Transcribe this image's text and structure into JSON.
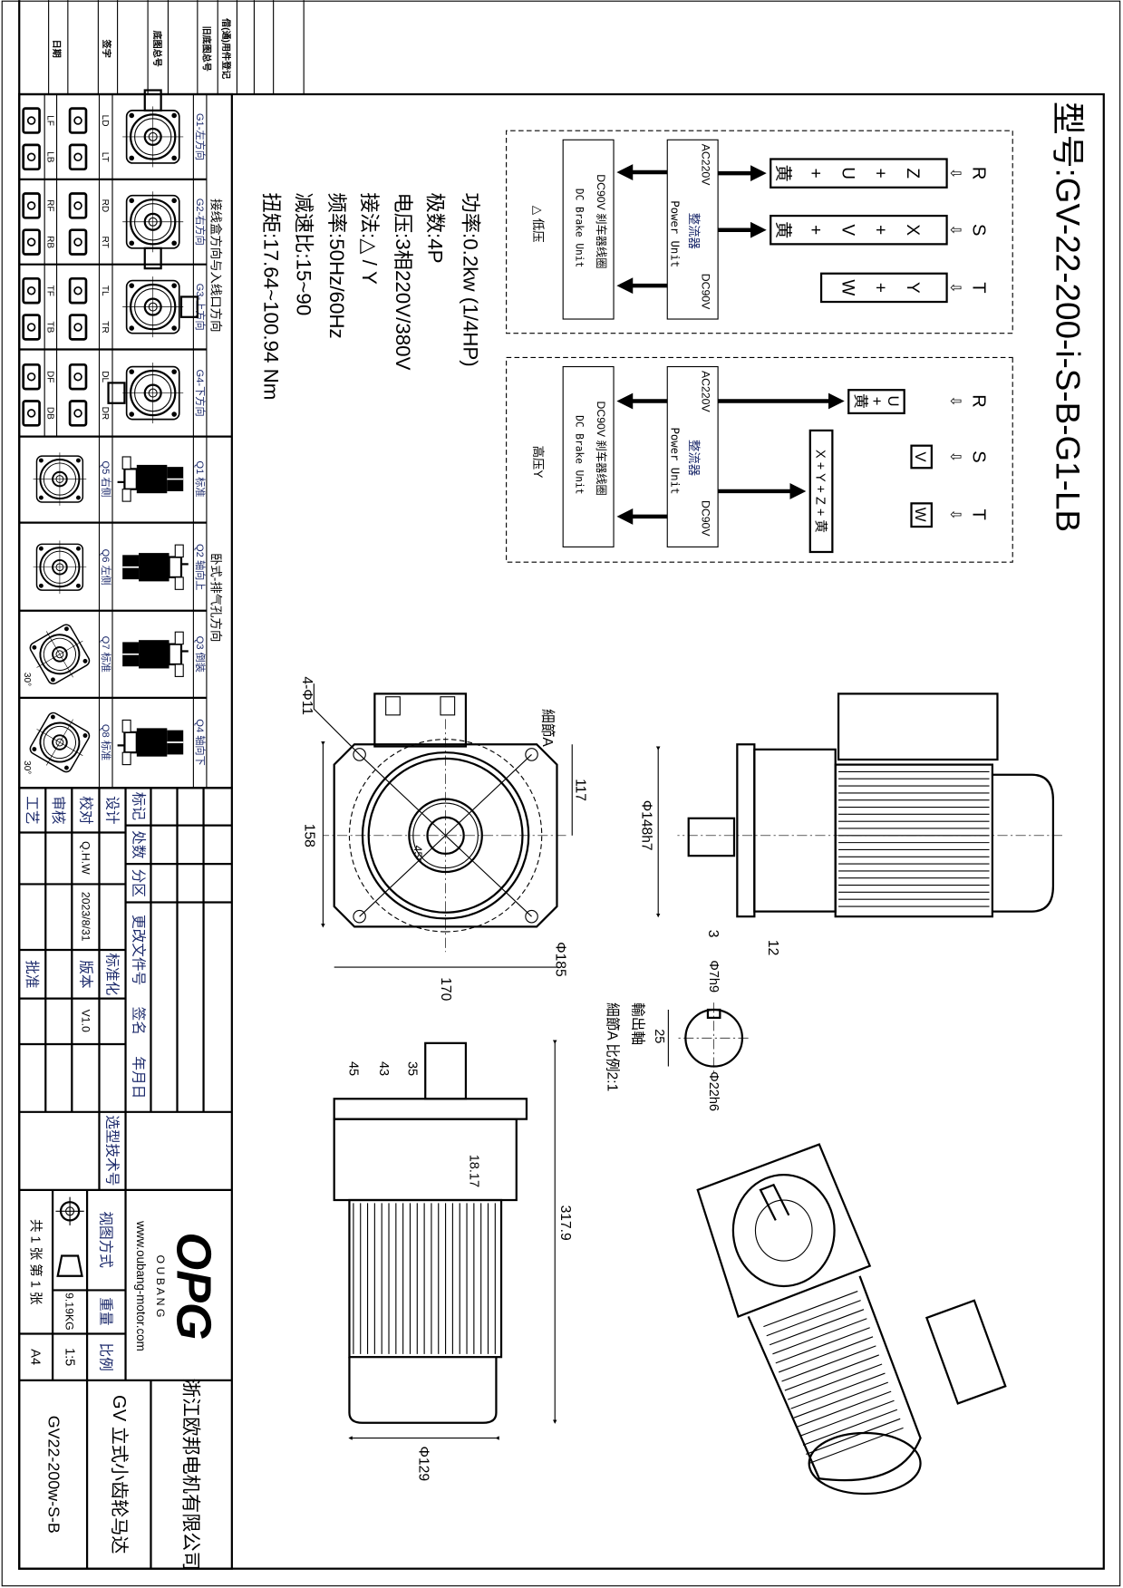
{
  "title": "型号:GV-22-200-i-S-B-G1-LB",
  "specs": [
    "功率:0.2kw (1/4HP)",
    "极数:4P",
    "电压:3相220V/380V",
    "接法:△ / Y",
    "频率:50Hz/60Hz",
    "减速比:15~90",
    "扭矩:17.64~100.94 Nm"
  ],
  "wiring": {
    "low": {
      "label": "△ 低压",
      "power_ac": "AC220V",
      "power_cn": "整流器",
      "power_en": "Power Unit",
      "power_dc": "DC90V",
      "brake_cn": "DC90V  刹车器线圈",
      "brake_en": "DC Brake Unit",
      "arrow_glyph": "⇩",
      "rows": [
        {
          "line": "R",
          "terminal": [
            "Z",
            "+",
            "U",
            "+",
            "黄"
          ]
        },
        {
          "line": "S",
          "terminal": [
            "X",
            "+",
            "V",
            "+",
            "黄"
          ]
        },
        {
          "line": "T",
          "terminal": [
            "Y",
            "+",
            "W"
          ]
        }
      ]
    },
    "high": {
      "label": "高压Y",
      "power_ac": "AC220V",
      "power_cn": "整流器",
      "power_en": "Power Unit",
      "power_dc": "DC90V",
      "brake_cn": "DC90V  刹车器线圈",
      "brake_en": "DC Brake Unit",
      "arrow_glyph": "⇩",
      "rows": [
        {
          "line": "R",
          "terminal": [
            "U",
            "+",
            "黄"
          ]
        },
        {
          "line": "S",
          "terminal": [
            "V"
          ]
        },
        {
          "line": "T",
          "terminal": [
            "W"
          ]
        }
      ],
      "star_point": "X + Y + Z + 黄"
    }
  },
  "views": {
    "front": {
      "holes": "4-Φ11",
      "detail": "細節A",
      "d117": "117",
      "d158": "158",
      "angle": "45°",
      "pcd": "Φ185",
      "d170": "170"
    },
    "side": {
      "spigot": "Φ148h7",
      "d3": "3",
      "d12": "12"
    },
    "bottom": {
      "d45": "45",
      "d43": "43",
      "d35": "35",
      "d1817": "18.17",
      "length": "317.9",
      "body": "Φ129"
    },
    "detail_a": {
      "key": "Φ7h9",
      "d25": "25",
      "shaft": "Φ22h6",
      "label1": "輸出軸",
      "label2": "細節A  比例2:1"
    }
  },
  "selection": {
    "heading_box": "接线盒方向与入线口方向",
    "heading_vent": "卧式-排气孔方向",
    "g_rows": [
      {
        "label": "G1-左方向",
        "a": "LD",
        "b": "LT",
        "c": "LF",
        "d": "LB"
      },
      {
        "label": "G2-右方向",
        "a": "RD",
        "b": "RT",
        "c": "RF",
        "d": "RB"
      },
      {
        "label": "G3-上方向",
        "a": "TL",
        "b": "TR",
        "c": "TF",
        "d": "TB"
      },
      {
        "label": "G4-下方向",
        "a": "DL",
        "b": "DR",
        "c": "DF",
        "d": "DB"
      }
    ],
    "q_rows": [
      {
        "label": "Q1  标准",
        "sub": "Q5  右侧"
      },
      {
        "label": "Q2  轴向上",
        "sub": "Q6  左侧"
      },
      {
        "label": "Q3  倒装",
        "sub": "Q7  标准"
      },
      {
        "label": "Q4  轴向下",
        "sub": "Q8  标准"
      }
    ],
    "angle": "30°"
  },
  "header": [
    "日期",
    "签字",
    "底图总号",
    "旧底图总号",
    "借(通)用件登记"
  ],
  "title_block": {
    "process": "工艺",
    "review": "审核",
    "check": "校对",
    "design": "设计",
    "checker": "Q.H.W",
    "date": "2023/8/31",
    "approve": "批准",
    "version_label": "版本",
    "standard": "标准化",
    "version": "V1.0",
    "selection_no": "选型技术号",
    "mark": "标记",
    "count": "处数",
    "zone": "分区",
    "change_doc": "更改文件号",
    "sign": "签名",
    "ymd": "年月日",
    "sheets": "共 1 张  第 1 张",
    "paper": "A4",
    "weight": "9.19KG",
    "scale": "1:5",
    "view_method": "视图方式",
    "weight_label": "重量",
    "scale_label": "比例",
    "logo": "OPG",
    "brand": "O U B A N G",
    "url": "www.oubang-motor.com",
    "model": "GV22-200w-S-B",
    "product": "GV  立式小齿轮马达",
    "company": "浙江欧邦电机有限公司"
  }
}
